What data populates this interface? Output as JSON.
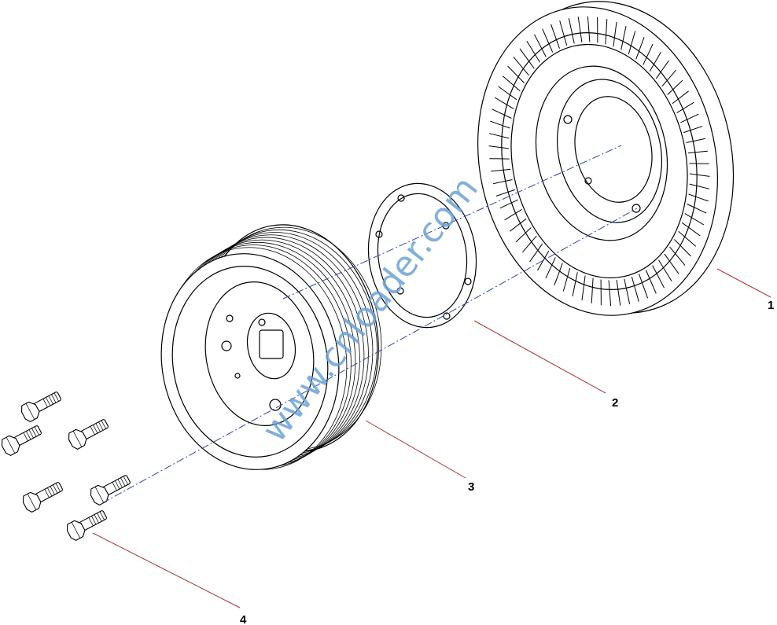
{
  "diagram": {
    "parts": [
      {
        "id": "1",
        "label": "1",
        "part": "tone-wheel-damper"
      },
      {
        "id": "2",
        "label": "2",
        "part": "spacer-plate"
      },
      {
        "id": "3",
        "label": "3",
        "part": "pulley"
      },
      {
        "id": "4",
        "label": "4",
        "part": "bolt"
      }
    ],
    "watermark": "www.cnloader.com"
  },
  "colors": {
    "line": "#000000",
    "leader": "#b03030",
    "axis": "#3344aa",
    "watermark": "#6aa3d8"
  }
}
